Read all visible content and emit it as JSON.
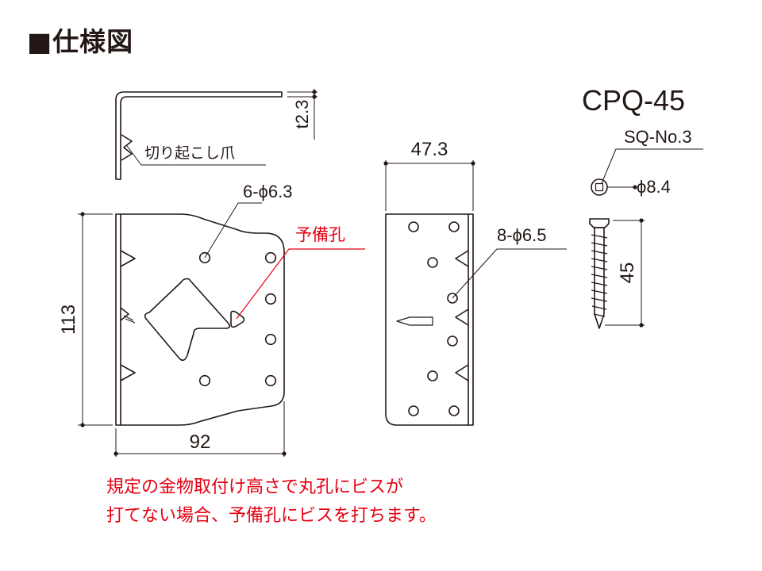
{
  "title": "■仕様図",
  "model": "CPQ-45",
  "labels": {
    "thickness": "t2.3",
    "claw": "切り起こし爪",
    "holes_front": "6-ϕ6.3",
    "spare_hole": "予備孔",
    "height": "113",
    "width": "92",
    "side_width": "47.3",
    "holes_side": "8-ϕ6.5",
    "screw_type": "SQ-No.3",
    "screw_head": "ϕ8.4",
    "screw_length": "45"
  },
  "note": {
    "line1": "規定の金物取付け高さで丸孔にビスが",
    "line2": "打てない場合、予備孔にビスを打ちます。"
  },
  "colors": {
    "line": "#231815",
    "accent": "#e60012",
    "fill": "#ffffff"
  }
}
